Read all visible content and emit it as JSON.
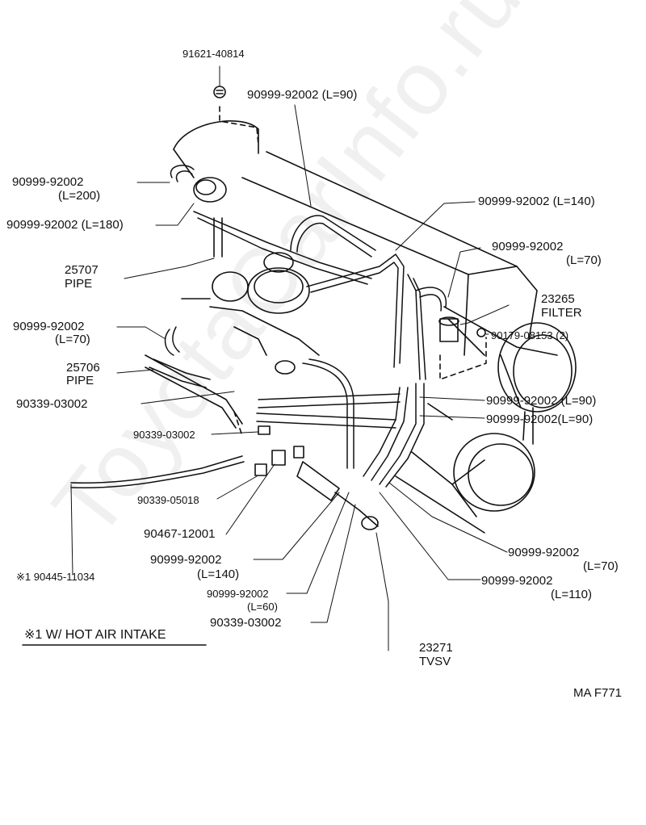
{
  "watermark": "ToyotaCarInfo.ru",
  "figure_code": "MA F771",
  "legend": "※1 W/ HOT AIR INTAKE",
  "labels": {
    "p91621": "91621-40814",
    "hose_top_l90": "90999-92002 (L=90)",
    "hose_l200_a": "90999-92002",
    "hose_l200_b": "(L=200)",
    "hose_l180": "90999-92002 (L=180)",
    "hose_l140_top": "90999-92002 (L=140)",
    "hose_l70_r_a": "90999-92002",
    "hose_l70_r_b": "(L=70)",
    "pipe25707_a": "25707",
    "pipe25707_b": "PIPE",
    "filter_a": "23265",
    "filter_b": "FILTER",
    "hose_l70_l_a": "90999-92002",
    "hose_l70_l_b": "(L=70)",
    "p90179": "90179-08153 (2)",
    "pipe25706_a": "25706",
    "pipe25706_b": "PIPE",
    "clip_a": "90339-03002",
    "hose_l90_a": "90999-92002 (L=90)",
    "hose_l90_b": "90999-92002(L=90)",
    "clip_b": "90339-03002",
    "clip05018": "90339-05018",
    "p90467": "90467-12001",
    "hose_l70_br_a": "90999-92002",
    "hose_l70_br_b": "(L=70)",
    "hose_l140_b_a": "90999-92002",
    "hose_l140_b_b": "(L=140)",
    "hose_l110_a": "90999-92002",
    "hose_l110_b": "(L=110)",
    "p90445": "※1 90445-11034",
    "hose_l60_a": "90999-92002",
    "hose_l60_b": "(L=60)",
    "clip_c": "90339-03002",
    "tvsv_a": "23271",
    "tvsv_b": "TVSV"
  }
}
